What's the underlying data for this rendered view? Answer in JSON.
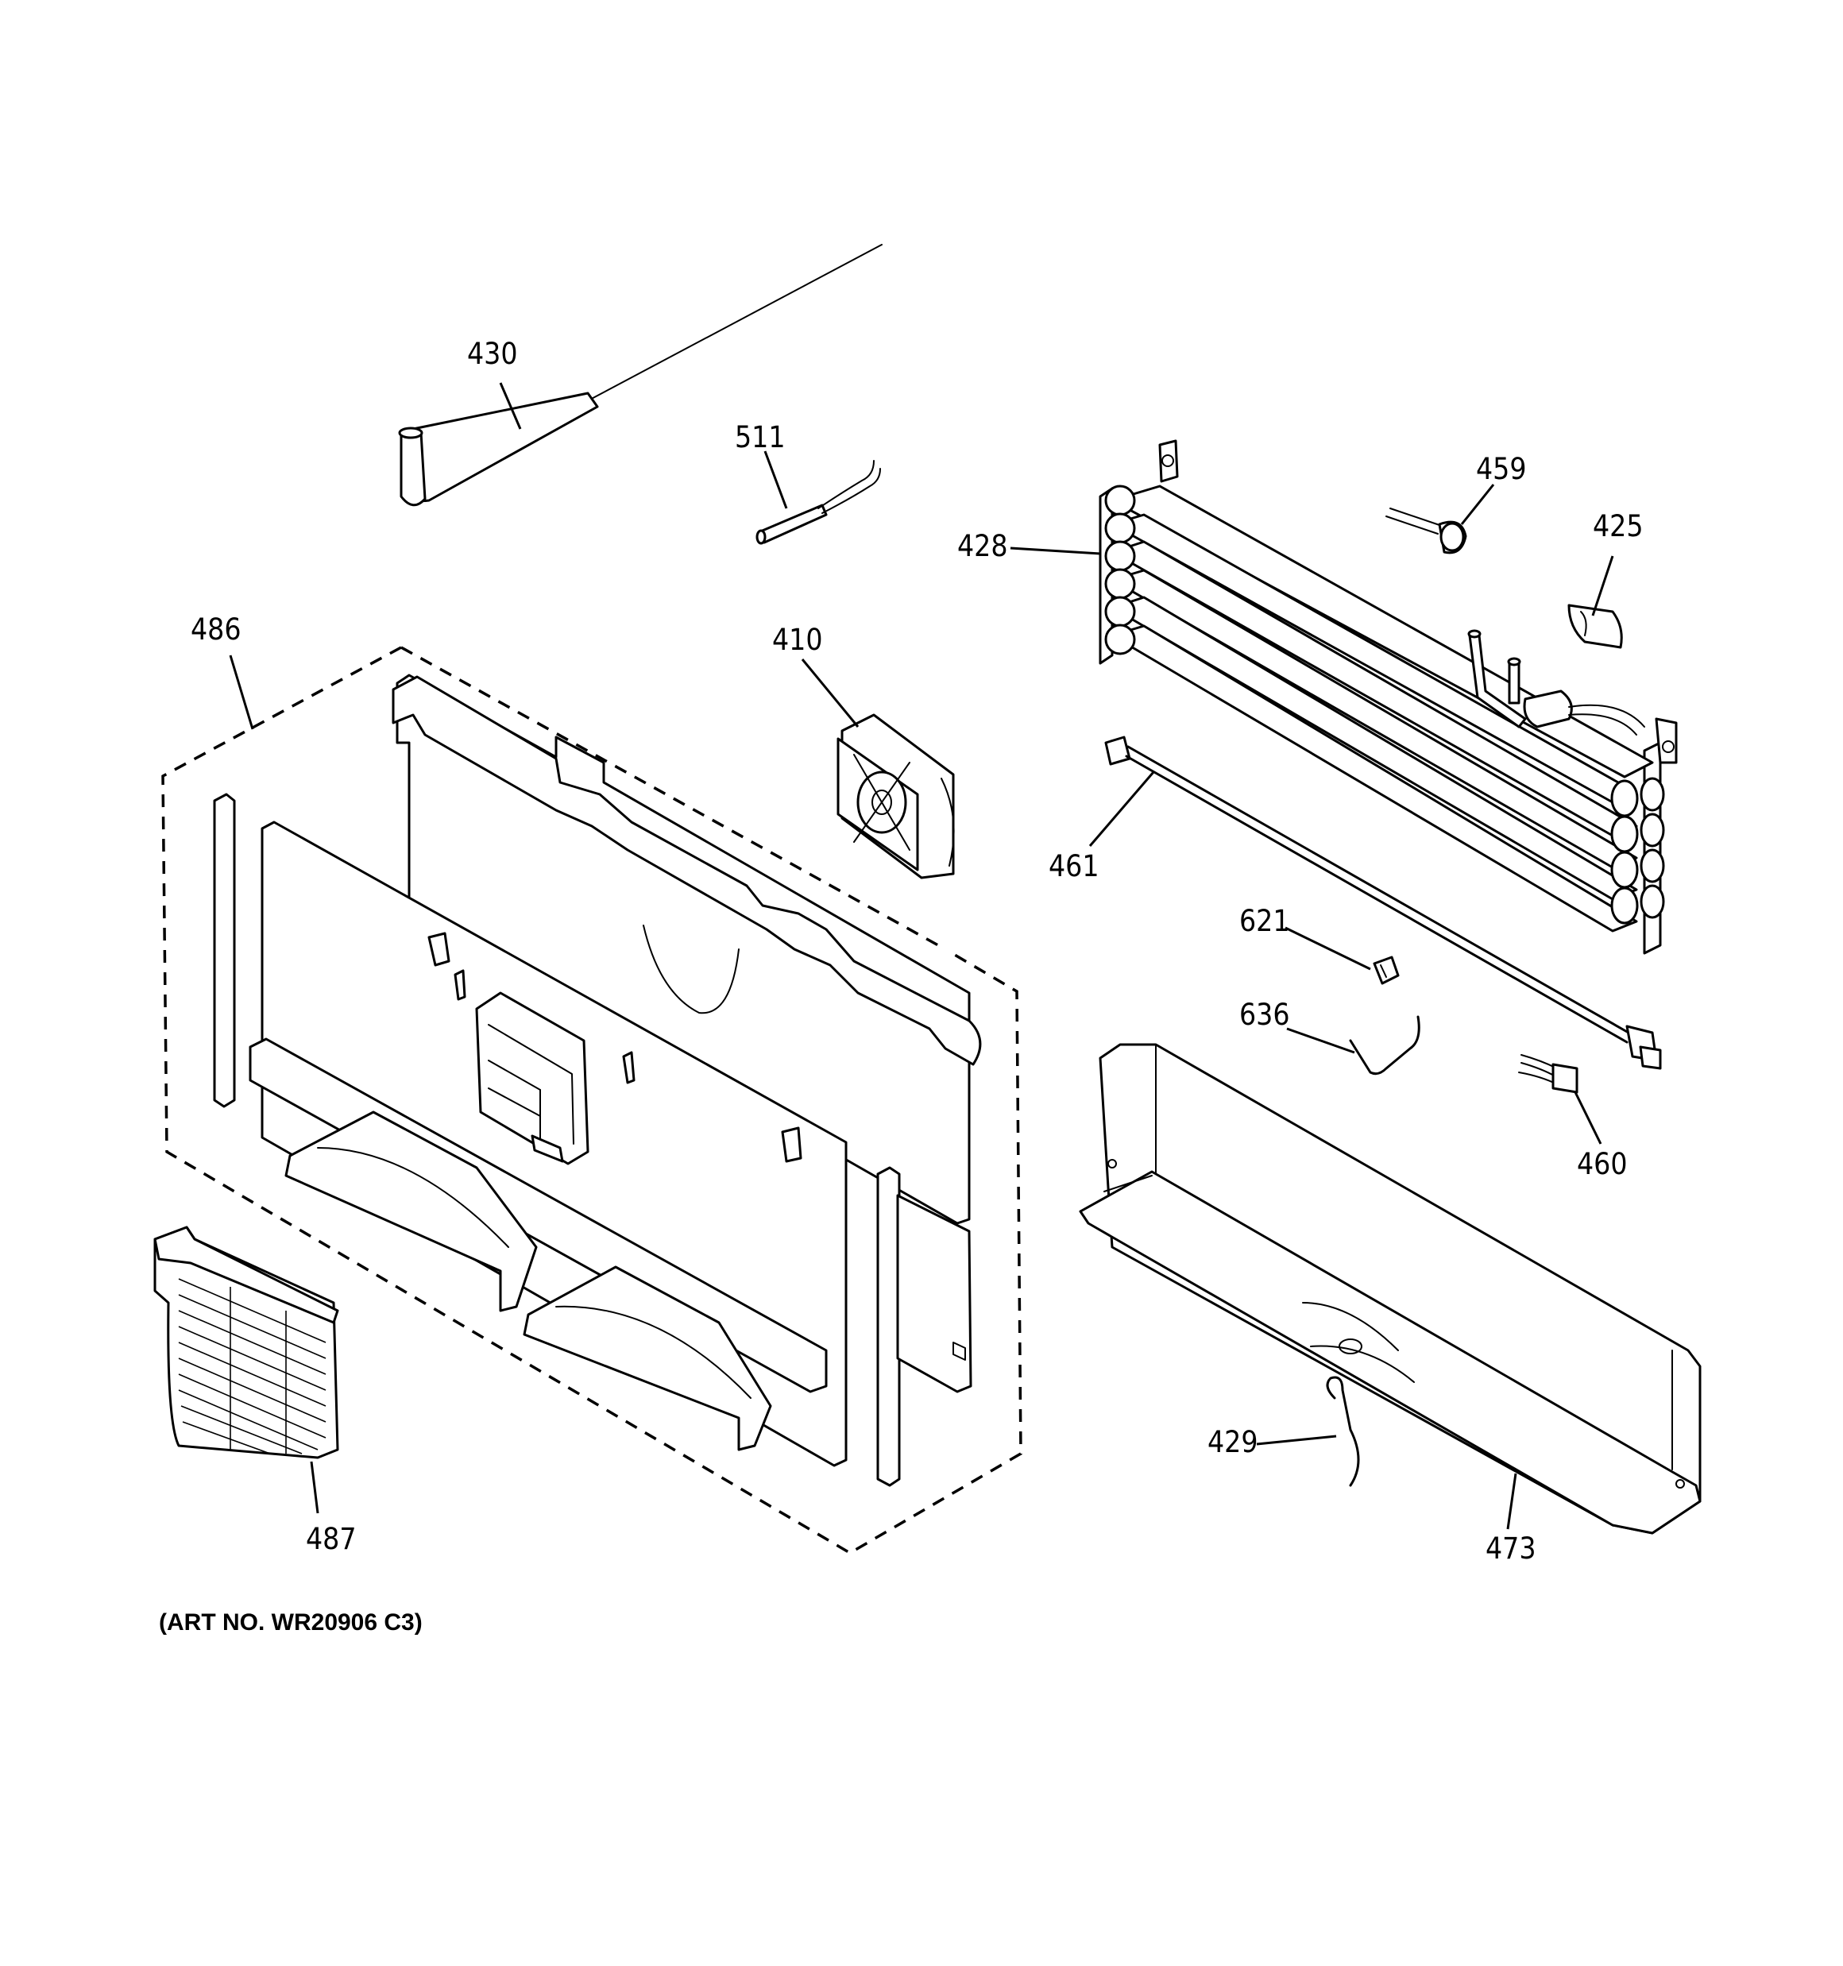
{
  "diagram": {
    "art_number": "(ART NO. WR20906 C3)",
    "callouts": [
      "430",
      "511",
      "459",
      "425",
      "428",
      "486",
      "410",
      "461",
      "621",
      "636",
      "460",
      "429",
      "473",
      "487"
    ]
  }
}
